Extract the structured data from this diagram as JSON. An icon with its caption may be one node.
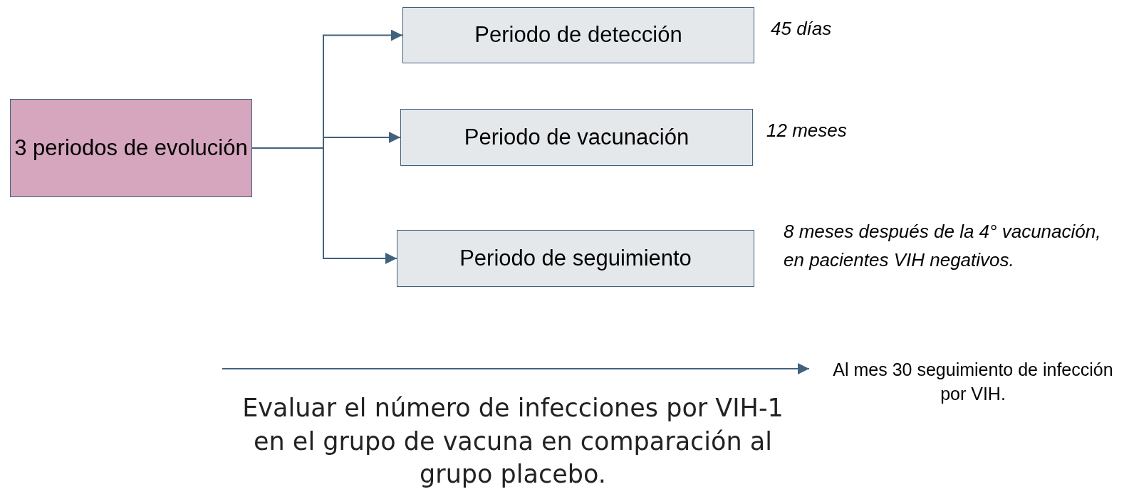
{
  "diagram": {
    "nodes": [
      {
        "text": [
          "3 periodos de evolución"
        ]
      },
      {
        "text": [
          "Periodo de detección"
        ],
        "beside": [
          "45 días"
        ]
      },
      {
        "text": [
          "Periodo de vacunación"
        ],
        "beside": [
          "12 meses"
        ]
      },
      {
        "text": [
          "Periodo de seguimiento"
        ],
        "beside": [
          "8 meses después de la 4° vacunación, en pacientes VIH negativos."
        ]
      },
      {
        "text": [
          "Al mes 30 seguimiento de infección por VIH."
        ]
      }
    ],
    "edges": [
      {
        "from": 0,
        "to": 1,
        "arrow": "to"
      },
      {
        "from": 0,
        "to": 2,
        "arrow": "to"
      },
      {
        "from": 0,
        "to": 3,
        "arrow": "to"
      },
      {
        "from": null,
        "to": 4,
        "arrow": "to"
      }
    ],
    "labels": [
      "Evaluar el número de infecciones por VIH-1 en el grupo de vacuna en comparación al grupo placebo."
    ]
  }
}
